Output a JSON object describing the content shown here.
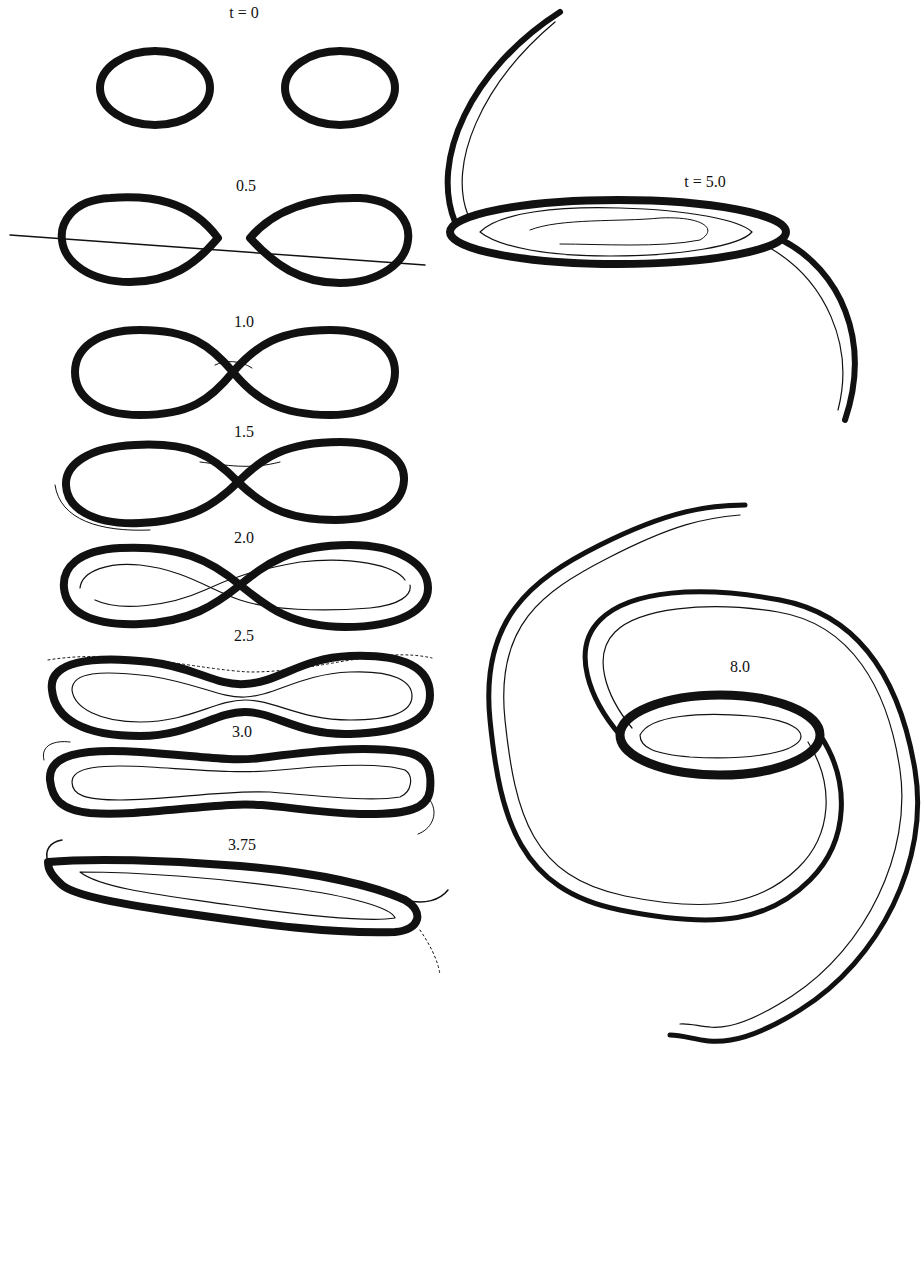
{
  "diagram": {
    "labels": [
      "t = 0",
      "0.5",
      "1.0",
      "1.5",
      "2.0",
      "2.5",
      "3.0",
      "3.75",
      "t = 5.0",
      "8.0"
    ]
  }
}
